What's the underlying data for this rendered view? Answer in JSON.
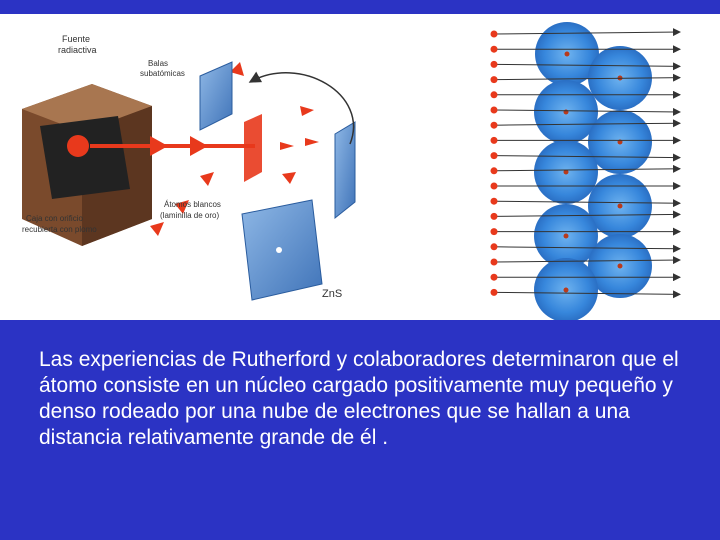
{
  "diagram": {
    "labels": {
      "source": [
        "Fuente",
        "radiactiva"
      ],
      "particles": [
        "Balas",
        "subatómicas"
      ],
      "box": [
        "Caja con orificio",
        "recubierta con plomo"
      ],
      "target": [
        "Átomos blancos",
        "(laminilla de oro)"
      ],
      "screen": "ZnS"
    },
    "colors": {
      "arrow": "#e8391c",
      "atom": "#2f7fd6",
      "nucleus": "#b83a1c",
      "screen": "#6f9fd8",
      "box": "#8a5a3a"
    }
  },
  "caption": {
    "text": "Las experiencias de Rutherford y colaboradores determinaron que el átomo consiste en un núcleo cargado positivamente muy pequeño y denso rodeado por una nube de electrones que se hallan a una distancia  relativamente grande de él ."
  }
}
